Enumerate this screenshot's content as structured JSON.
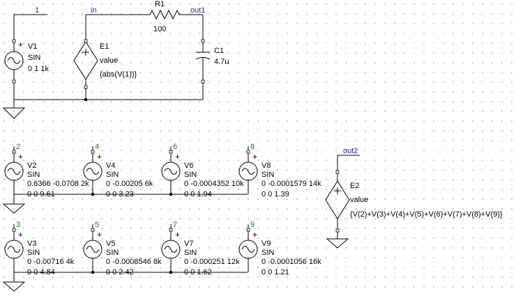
{
  "nets": {
    "n1": "1",
    "in": "in",
    "out1": "out1",
    "out2": "out2"
  },
  "top": {
    "v1": {
      "name": "V1",
      "type": "SIN",
      "value": "0 1 1k"
    },
    "e1": {
      "name": "E1",
      "type": "value",
      "expr": "{abs(V(1))}"
    },
    "r1": {
      "name": "R1",
      "value": "100"
    },
    "c1": {
      "name": "C1",
      "value": "4.7u"
    }
  },
  "sources": [
    {
      "pin": "2",
      "name": "V2",
      "type": "SIN",
      "line1": "0.6366 -0.0708 2k",
      "line2": "0 0 9.61"
    },
    {
      "pin": "4",
      "name": "V4",
      "type": "SIN",
      "line1": "0 -0.00205 6k",
      "line2": "0 0 3.23"
    },
    {
      "pin": "6",
      "name": "V6",
      "type": "SIN",
      "line1": "0 -0.0004352 10k",
      "line2": "0 0 1.94"
    },
    {
      "pin": "8",
      "name": "V8",
      "type": "SIN",
      "line1": "0 -0.0001579 14k",
      "line2": "0 0 1.39"
    },
    {
      "pin": "3",
      "name": "V3",
      "type": "SIN",
      "line1": "0 -0.00716 4k",
      "line2": "0 0 4.84"
    },
    {
      "pin": "5",
      "name": "V5",
      "type": "SIN",
      "line1": "0 -0.0008546 8k",
      "line2": "0 0 2.42"
    },
    {
      "pin": "7",
      "name": "V7",
      "type": "SIN",
      "line1": "0 -0.000251 12k",
      "line2": "0 0 1.62"
    },
    {
      "pin": "9",
      "name": "V9",
      "type": "SIN",
      "line1": "0 -0.0001056 16k",
      "line2": "0 0 1.21"
    }
  ],
  "e2": {
    "name": "E2",
    "type": "value",
    "expr": "{V(2)+V(3)+V(4)+V(5)+V(6)+V(7)+V(8)+V(9)}"
  },
  "symbols": {
    "plus": "+"
  }
}
